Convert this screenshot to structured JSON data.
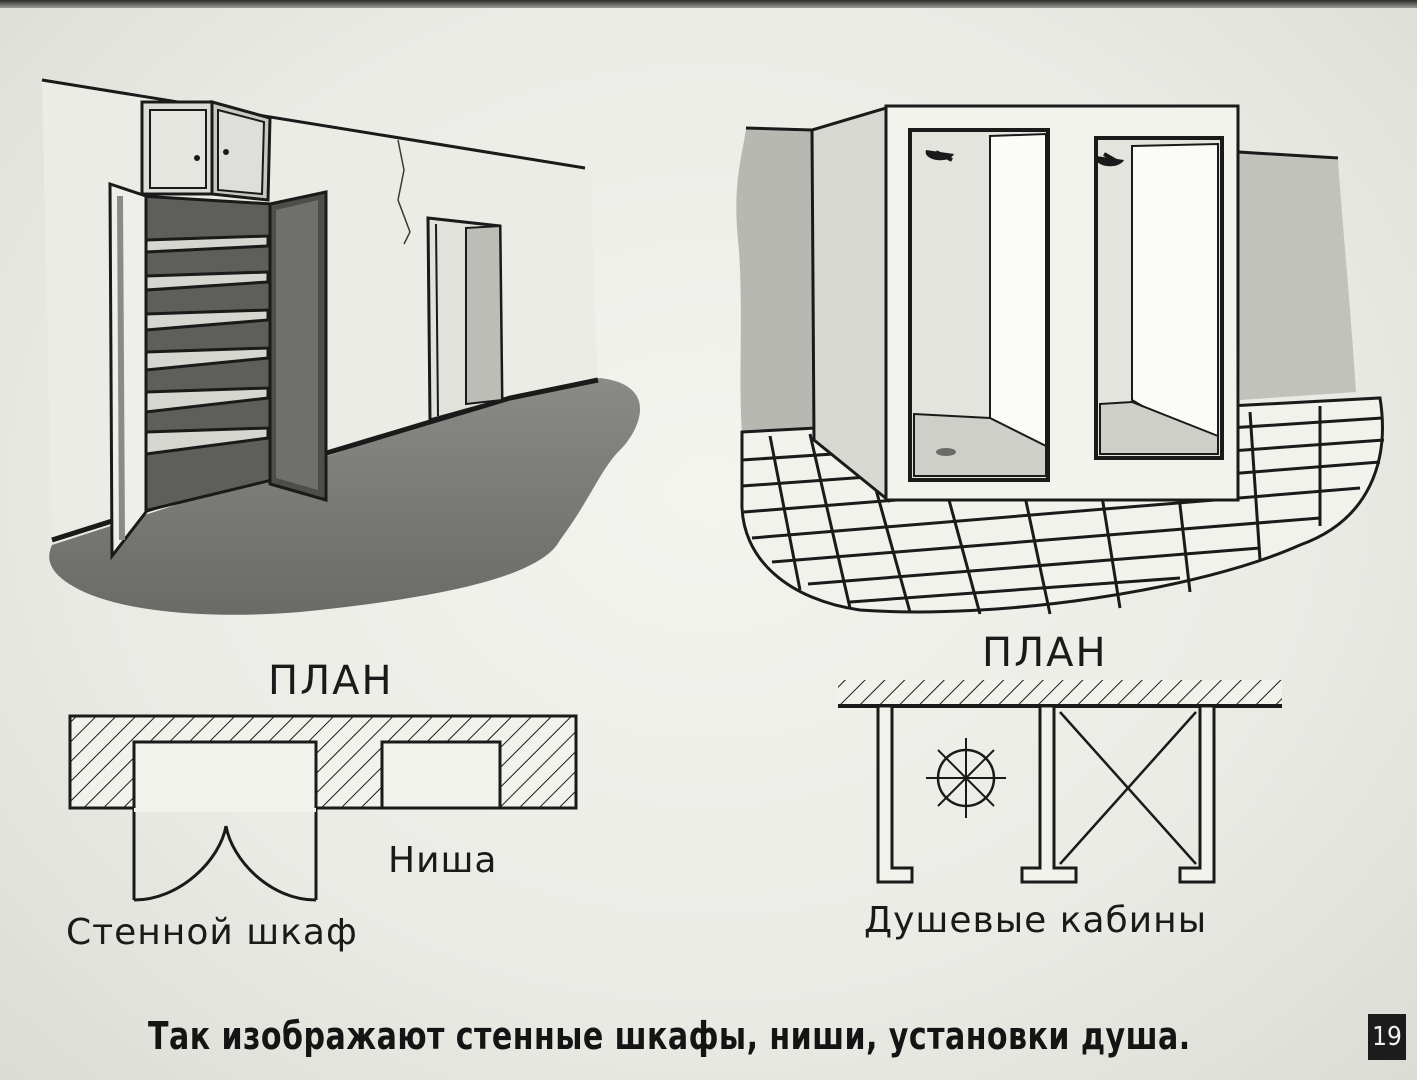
{
  "left_plan": {
    "title": "ПЛАН",
    "caption_closet": "Стенной шкаф",
    "caption_niche": "Ниша"
  },
  "right_plan": {
    "title": "ПЛАН",
    "caption": "Душевые кабины"
  },
  "bottom_caption": "Так изображают стенные шкафы, ниши, установки душа.",
  "frame_number": "19"
}
